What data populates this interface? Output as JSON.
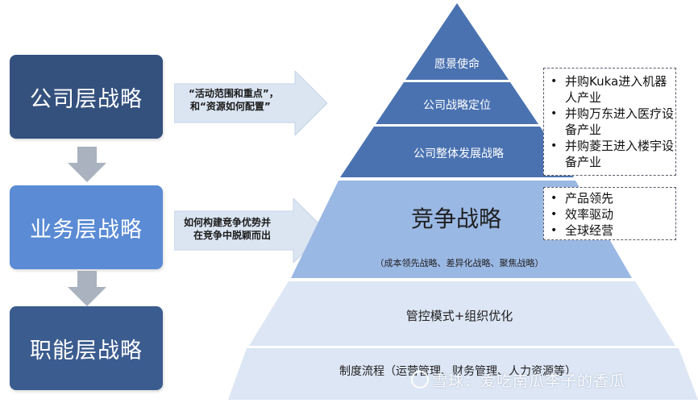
{
  "left_levels": {
    "corporate": "公司层战略",
    "business": "业务层战略",
    "functional": "职能层战略"
  },
  "arrows": {
    "corporate_text_line1": "“活动范围和重点”，",
    "corporate_text_line2": "和“资源如何配置”",
    "business_text_line1": "如何构建竞争优势并",
    "business_text_line2": "在竞争中脱颖而出"
  },
  "pyramid": {
    "vision": "愿景使命",
    "positioning": "公司战略定位",
    "overall_development": "公司整体发展战略",
    "competitive": "竞争战略",
    "competitive_sub": "（成本领先战略、差异化战略、聚焦战略）",
    "control": "管控模式+组织优化",
    "process": "制度流程（运营管理、财务管理、人力资源等）"
  },
  "acquisitions": [
    "并购Kuka进入机器人产业",
    "并购万东进入医疗设备产业",
    "并购菱王进入楼宇设备产业"
  ],
  "competitive_points": [
    "产品领先",
    "效率驱动",
    "全球经营"
  ],
  "watermark": "雪球：爱吃南瓜李子的香瓜",
  "colors": {
    "level_corporate": "#34517e",
    "level_business": "#5a8bd4",
    "level_functional": "#3b5c8f",
    "pyramid_top": "#4a72b0",
    "pyramid_mid": "#9ab8e4",
    "pyramid_base": "#dce6f4"
  }
}
